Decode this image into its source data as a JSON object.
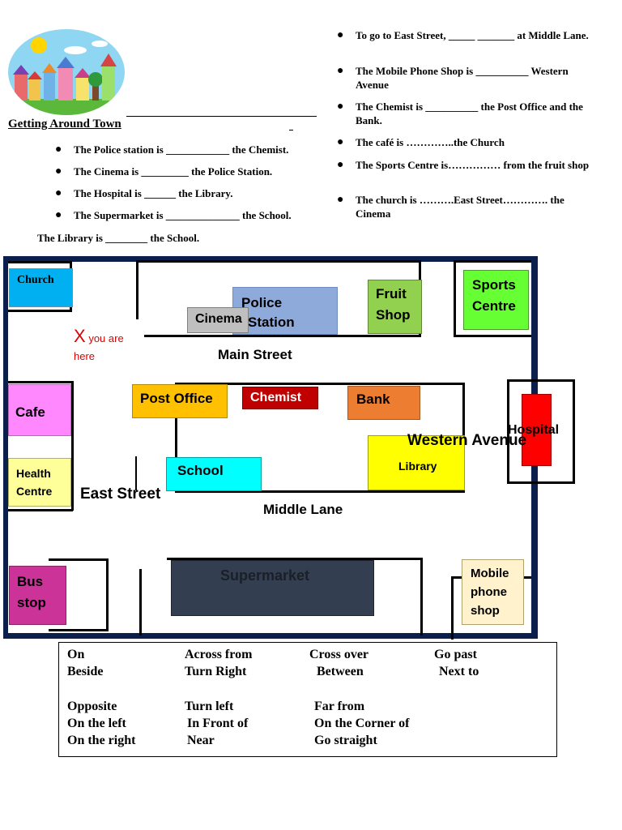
{
  "title": "Getting Around Town",
  "left_questions": [
    "The Police station is ____________ the Chemist.",
    "The Cinema is _________ the Police Station.",
    "The Hospital is ______ the Library.",
    "The Supermarket is ______________ the School."
  ],
  "library_question": "The Library is ________ the School.",
  "right_questions": [
    "To go to East Street, _____ _______ at Middle Lane.",
    "The Mobile Phone Shop is __________ Western Avenue",
    "The Chemist is __________ the Post Office and the Bank.",
    "The café is …………..the Church",
    "The Sports Centre  is…………… from the fruit shop",
    "The church is ……….East Street…………. the Cinema"
  ],
  "map": {
    "church": "Church",
    "police_station_line1": "Police",
    "police_station_line2": "Station",
    "cinema": "Cinema",
    "fruit_shop_line1": "Fruit",
    "fruit_shop_line2": "Shop",
    "sports_centre_line1": "Sports",
    "sports_centre_line2": "Centre",
    "you_are_here_mark": "X",
    "you_are_here_line1": "you are",
    "you_are_here_line2": "here",
    "main_street": "Main Street",
    "cafe": "Cafe",
    "post_office": "Post Office",
    "chemist": "Chemist",
    "bank": "Bank",
    "hospital": "Hospital",
    "western_avenue": "Western Avenue",
    "health_centre_line1": "Health",
    "health_centre_line2": "Centre",
    "school": "School",
    "library": "Library",
    "east_street": "East Street",
    "middle_lane": "Middle Lane",
    "bus_stop_line1": "Bus",
    "bus_stop_line2": "stop",
    "supermarket": "Supermarket",
    "mobile_phone_shop_line1": "Mobile",
    "mobile_phone_shop_line2": "phone",
    "mobile_phone_shop_line3": "shop"
  },
  "vocabulary": {
    "col1": [
      "On",
      "Beside",
      "",
      "Opposite",
      "On the left",
      "On the right"
    ],
    "col2": [
      "Across from",
      "Turn Right",
      "",
      "Turn left",
      "In Front of",
      "Near"
    ],
    "col3": [
      "Cross over",
      "Between",
      "",
      "Far from",
      "On the Corner of",
      "Go straight"
    ],
    "col4": [
      "Go past",
      "Next to"
    ]
  },
  "colors": {
    "church": "#00b0f0",
    "police_station": "#8eaadb",
    "cinema": "#bfbfbf",
    "fruit_shop": "#92d050",
    "sports_centre": "#66ff33",
    "cafe": "#ff88ff",
    "post_office": "#ffc000",
    "chemist": "#c00000",
    "bank": "#ed7d31",
    "hospital": "#ff0000",
    "health_centre": "#ffff99",
    "school": "#00ffff",
    "library": "#ffff00",
    "bus_stop": "#cc3399",
    "supermarket": "#333f50",
    "mobile_phone_shop": "#fff2cc",
    "map_border": "#0b1f4d",
    "you_are_here": "#e00000"
  }
}
